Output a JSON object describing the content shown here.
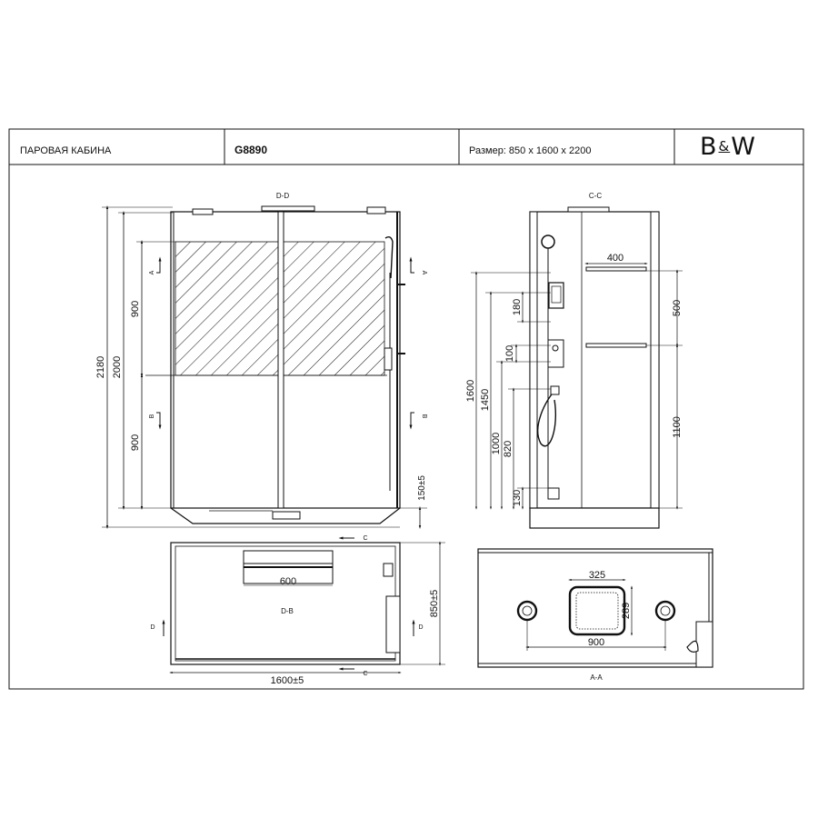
{
  "header": {
    "product_type": "ПАРОВАЯ КАБИНА",
    "model": "G8890",
    "size": "Размер: 850 x 1600 x 2200",
    "brand_left": "B",
    "brand_amp": "&",
    "brand_right": "W"
  },
  "views": {
    "front": {
      "title": "D-D",
      "dim_total": "2180",
      "dim_glass": "2000",
      "dim_upper": "900",
      "dim_lower": "900",
      "dim_base": "150±5",
      "section_a_left": "A",
      "section_a_right": "A",
      "section_b_left": "B",
      "section_b_right": "B"
    },
    "side": {
      "title": "C-C",
      "dim_shelf": "400",
      "dim_1600": "1600",
      "dim_1450": "1450",
      "dim_1000": "1000",
      "dim_820": "820",
      "dim_180": "180",
      "dim_100": "100",
      "dim_130": "130",
      "dim_500": "500",
      "dim_1100": "1100"
    },
    "plan": {
      "title": "D-B",
      "dim_width": "1600±5",
      "dim_depth": "850±5",
      "dim_panel": "600",
      "section_c_top": "C",
      "section_c_bottom": "C",
      "section_d_left": "D",
      "section_d_right": "D"
    },
    "ceiling": {
      "title": "A-A",
      "dim_shower_w": "325",
      "dim_shower_h": "289",
      "dim_spacing": "900"
    }
  }
}
